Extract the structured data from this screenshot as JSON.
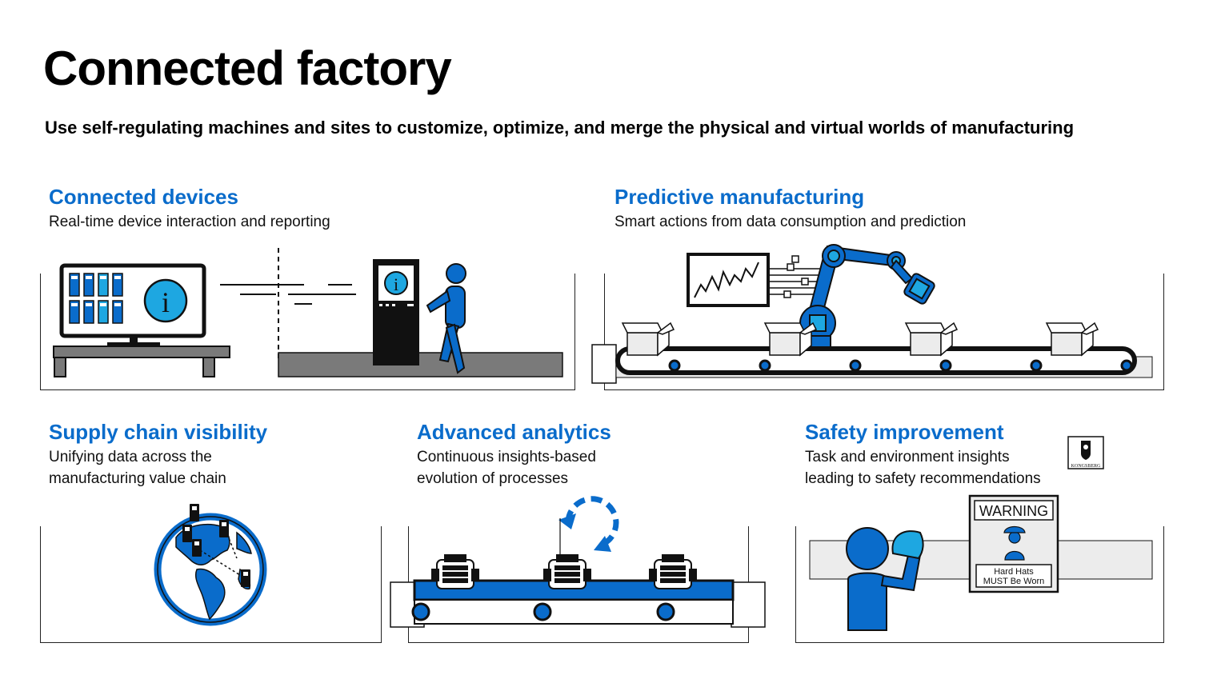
{
  "header": {
    "title": "Connected factory",
    "subtitle": "Use self-regulating machines and sites to customize, optimize, and merge the physical and virtual worlds of manufacturing"
  },
  "sections": {
    "connected_devices": {
      "title": "Connected devices",
      "description": "Real-time device interaction and reporting"
    },
    "predictive_manufacturing": {
      "title": "Predictive manufacturing",
      "description": "Smart actions from data consumption and prediction"
    },
    "supply_chain": {
      "title": "Supply chain visibility",
      "description_line1": "Unifying data across the",
      "description_line2": "manufacturing value chain"
    },
    "advanced_analytics": {
      "title": "Advanced analytics",
      "description_line1": "Continuous insights-based",
      "description_line2": "evolution of processes"
    },
    "safety": {
      "title": "Safety improvement",
      "description_line1": "Task and environment insights",
      "description_line2": "leading to safety recommendations",
      "sign_warning": "WARNING",
      "sign_line1": "Hard Hats",
      "sign_line2": "MUST Be Worn",
      "logo_text": "KONGSBERG"
    }
  },
  "icons": {
    "info": "i"
  },
  "colors": {
    "accent_blue": "#0a6ccb",
    "light_blue": "#1ea7e1",
    "grey_floor": "#7a7a7a",
    "dark": "#111111"
  }
}
